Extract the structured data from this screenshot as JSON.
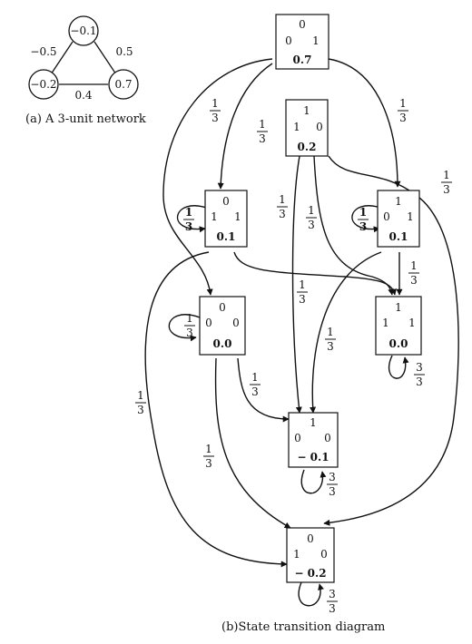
{
  "network": {
    "caption": "(a) A 3-unit network",
    "unit_top": "−0.1",
    "unit_left": "−0.2",
    "unit_right": "0.7",
    "weight_left": "−0.5",
    "weight_right": "0.5",
    "weight_bottom": "0.4"
  },
  "diagram": {
    "caption": "(b)State transition diagram",
    "states": {
      "s001": {
        "top": "0",
        "left": "0",
        "right": "1",
        "value": "0.7"
      },
      "s110": {
        "top": "1",
        "left": "1",
        "right": "0",
        "value": "0.2"
      },
      "s011": {
        "top": "0",
        "left": "1",
        "right": "1",
        "value": "0.1"
      },
      "s101": {
        "top": "1",
        "left": "0",
        "right": "1",
        "value": "0.1"
      },
      "s000": {
        "top": "0",
        "left": "0",
        "right": "0",
        "value": "0.0"
      },
      "s111": {
        "top": "1",
        "left": "1",
        "right": "1",
        "value": "0.0"
      },
      "s100": {
        "top": "1",
        "left": "0",
        "right": "0",
        "value": "− 0.1"
      },
      "s010": {
        "top": "0",
        "left": "1",
        "right": "0",
        "value": "− 0.2"
      }
    },
    "fractions": {
      "one_third": {
        "num": "1",
        "den": "3"
      },
      "three_thirds": {
        "num": "3",
        "den": "3"
      }
    }
  }
}
